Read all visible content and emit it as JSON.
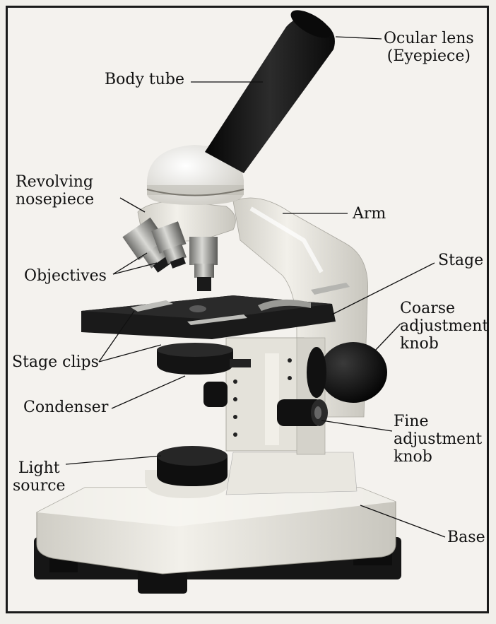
{
  "labels": {
    "ocular_1": "Ocular lens",
    "ocular_2": "(Eyepiece)",
    "body_tube": "Body tube",
    "revolving_1": "Revolving",
    "revolving_2": "nosepiece",
    "arm": "Arm",
    "objectives": "Objectives",
    "stage": "Stage",
    "coarse_1": "Coarse",
    "coarse_2": "adjustment",
    "coarse_3": "knob",
    "stage_clips": "Stage clips",
    "condenser": "Condenser",
    "fine_1": "Fine",
    "fine_2": "adjustment",
    "fine_3": "knob",
    "light_1": "Light",
    "light_2": "source",
    "base": "Base"
  },
  "colors": {
    "body": "#e9e7df",
    "dark": "#1c1c1c",
    "metal": "#a7a7a3",
    "line": "#111111"
  }
}
